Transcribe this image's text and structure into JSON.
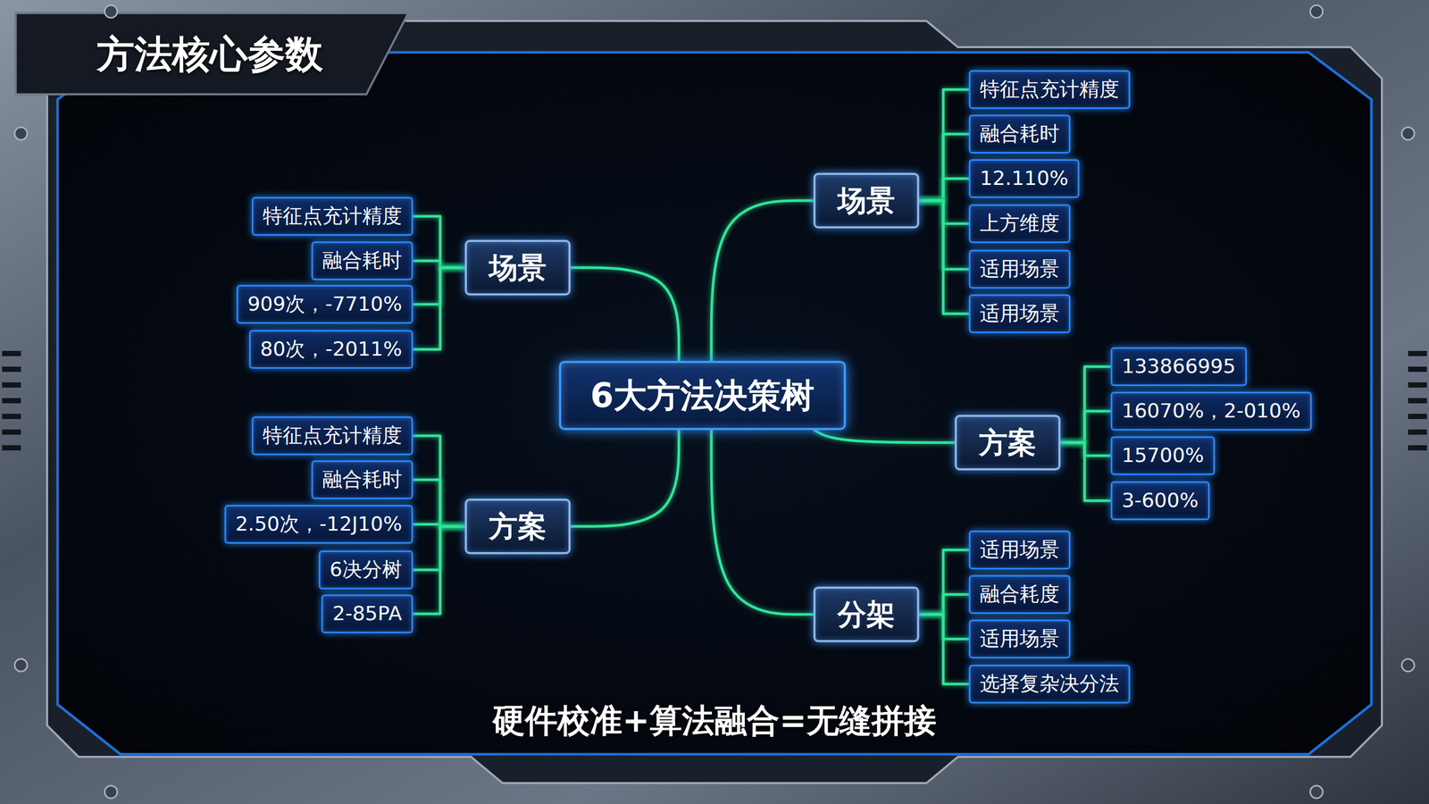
{
  "diagram": {
    "title": "方法核心参数",
    "caption": "硬件校准+算法融合=无缝拼接",
    "nodes": [
      {
        "text": [
          "6大方法决策树"
        ]
      },
      {
        "text": [
          "场景"
        ]
      },
      {
        "text": [
          "特征点充计精度"
        ]
      },
      {
        "text": [
          "融合耗时"
        ]
      },
      {
        "text": [
          "909次，-7710%"
        ]
      },
      {
        "text": [
          "80次，-2011%"
        ]
      },
      {
        "text": [
          "方案"
        ]
      },
      {
        "text": [
          "特征点充计精度"
        ]
      },
      {
        "text": [
          "融合耗时"
        ]
      },
      {
        "text": [
          "2.50次，-12J10%"
        ]
      },
      {
        "text": [
          "6决分树"
        ]
      },
      {
        "text": [
          "2-85PA"
        ]
      },
      {
        "text": [
          "场景"
        ]
      },
      {
        "text": [
          "特征点充计精度"
        ]
      },
      {
        "text": [
          "融合耗时"
        ]
      },
      {
        "text": [
          "12.110%"
        ]
      },
      {
        "text": [
          "上方维度"
        ]
      },
      {
        "text": [
          "适用场景"
        ]
      },
      {
        "text": [
          "适用场景"
        ]
      },
      {
        "text": [
          "方案"
        ]
      },
      {
        "text": [
          "133866995"
        ]
      },
      {
        "text": [
          "16070%，2-010%"
        ]
      },
      {
        "text": [
          "15700%"
        ]
      },
      {
        "text": [
          "3-600%"
        ]
      },
      {
        "text": [
          "分架"
        ]
      },
      {
        "text": [
          "适用场景"
        ]
      },
      {
        "text": [
          "融合耗度"
        ]
      },
      {
        "text": [
          "适用场景"
        ]
      },
      {
        "text": [
          "选择复杂决分法"
        ]
      }
    ],
    "edges": [
      {
        "from": 0,
        "to": 1,
        "arrow": "none"
      },
      {
        "from": 0,
        "to": 6,
        "arrow": "none"
      },
      {
        "from": 0,
        "to": 12,
        "arrow": "none"
      },
      {
        "from": 0,
        "to": 19,
        "arrow": "none"
      },
      {
        "from": 0,
        "to": 24,
        "arrow": "none"
      },
      {
        "from": 1,
        "to": 2,
        "arrow": "none"
      },
      {
        "from": 1,
        "to": 3,
        "arrow": "none"
      },
      {
        "from": 1,
        "to": 4,
        "arrow": "none"
      },
      {
        "from": 1,
        "to": 5,
        "arrow": "none"
      },
      {
        "from": 6,
        "to": 7,
        "arrow": "none"
      },
      {
        "from": 6,
        "to": 8,
        "arrow": "none"
      },
      {
        "from": 6,
        "to": 9,
        "arrow": "none"
      },
      {
        "from": 6,
        "to": 10,
        "arrow": "none"
      },
      {
        "from": 6,
        "to": 11,
        "arrow": "none"
      },
      {
        "from": 12,
        "to": 13,
        "arrow": "none"
      },
      {
        "from": 12,
        "to": 14,
        "arrow": "none"
      },
      {
        "from": 12,
        "to": 15,
        "arrow": "none"
      },
      {
        "from": 12,
        "to": 16,
        "arrow": "none"
      },
      {
        "from": 12,
        "to": 17,
        "arrow": "none"
      },
      {
        "from": 12,
        "to": 18,
        "arrow": "none"
      },
      {
        "from": 19,
        "to": 20,
        "arrow": "none"
      },
      {
        "from": 19,
        "to": 21,
        "arrow": "none"
      },
      {
        "from": 19,
        "to": 22,
        "arrow": "none"
      },
      {
        "from": 19,
        "to": 23,
        "arrow": "none"
      },
      {
        "from": 24,
        "to": 25,
        "arrow": "none"
      },
      {
        "from": 24,
        "to": 26,
        "arrow": "none"
      },
      {
        "from": 24,
        "to": 27,
        "arrow": "none"
      },
      {
        "from": 24,
        "to": 28,
        "arrow": "none"
      }
    ]
  }
}
